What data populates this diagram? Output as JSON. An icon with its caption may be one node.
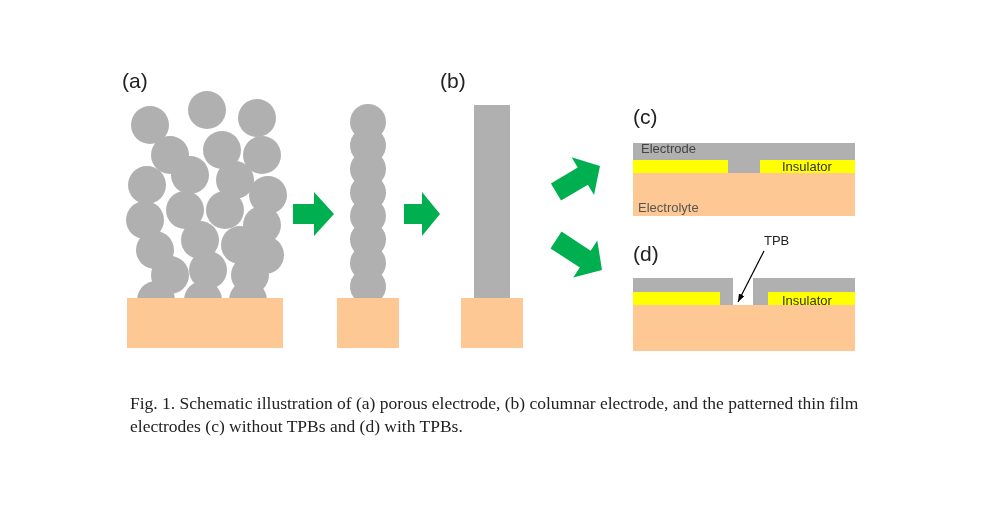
{
  "diagram": {
    "caption": "Fig. 1. Schematic illustration of (a) porous electrode, (b) columnar electrode, and the patterned thin film electrodes (c) without TPBs and (d) with TPBs.",
    "nodes": [
      {
        "text": [
          "(a)"
        ]
      },
      {
        "text": [],
        "shape": "picture"
      },
      {
        "text": [
          "(b)"
        ]
      },
      {
        "text": [
          "(c)",
          "Electrode",
          "Insulator",
          "Electrolyte"
        ]
      },
      {
        "text": [
          "(d)",
          "Insulator"
        ]
      },
      {
        "text": [
          "TPB"
        ]
      }
    ],
    "edges": [
      {
        "from": 0,
        "to": 1,
        "arrow": "to",
        "style": "thick"
      },
      {
        "from": 1,
        "to": 2,
        "arrow": "to",
        "style": "thick"
      },
      {
        "from": 2,
        "to": 3,
        "arrow": "to",
        "style": "thick"
      },
      {
        "from": 2,
        "to": 4,
        "arrow": "to",
        "style": "thick"
      },
      {
        "from": 5,
        "to": 4,
        "arrow": "to",
        "color": "#000000"
      }
    ]
  }
}
